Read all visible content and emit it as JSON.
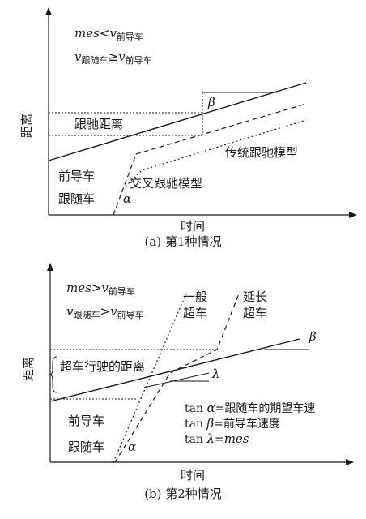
{
  "panel1": {
    "cond1_lhs": "mes",
    "cond1_rel": "<",
    "cond1_v": "v",
    "cond1_sub": "前导车",
    "cond2_v1": "v",
    "cond2_sub1": "跟随车",
    "cond2_rel": "≥",
    "cond2_v2": "v",
    "cond2_sub2": "前导车",
    "ylabel": "距离",
    "xlabel": "时间",
    "label_gap": "跟驰距离",
    "label_traditional": "传统跟驰模型",
    "label_cross": "交叉跟驰模型",
    "label_leader": "前导车",
    "label_follower": "跟随车",
    "angle_alpha": "α",
    "angle_beta": "β",
    "caption": "(a) 第1种情况"
  },
  "panel2": {
    "cond1_lhs": "mes",
    "cond1_rel": ">",
    "cond1_v": "v",
    "cond1_sub": "前导车",
    "cond2_v1": "v",
    "cond2_sub1": "跟随车",
    "cond2_rel": ">",
    "cond2_v2": "v",
    "cond2_sub2": "前导车",
    "ylabel": "距离",
    "xlabel": "时间",
    "label_overtake_general_1": "一般",
    "label_overtake_general_2": "超车",
    "label_overtake_extended_1": "延长",
    "label_overtake_extended_2": "超车",
    "label_overtake_distance": "超车行驶的距离",
    "label_leader": "前导车",
    "label_follower": "跟随车",
    "angle_alpha": "α",
    "angle_beta": "β",
    "angle_lambda": "λ",
    "legend": [
      {
        "fn": "tan",
        "sym": "α",
        "text": "=跟随车的期望车速"
      },
      {
        "fn": "tan",
        "sym": "β",
        "text": "=前导车速度"
      },
      {
        "fn": "tan",
        "sym": "λ",
        "text": "=",
        "tail": "mes"
      }
    ],
    "caption": "(b) 第2种情况"
  }
}
